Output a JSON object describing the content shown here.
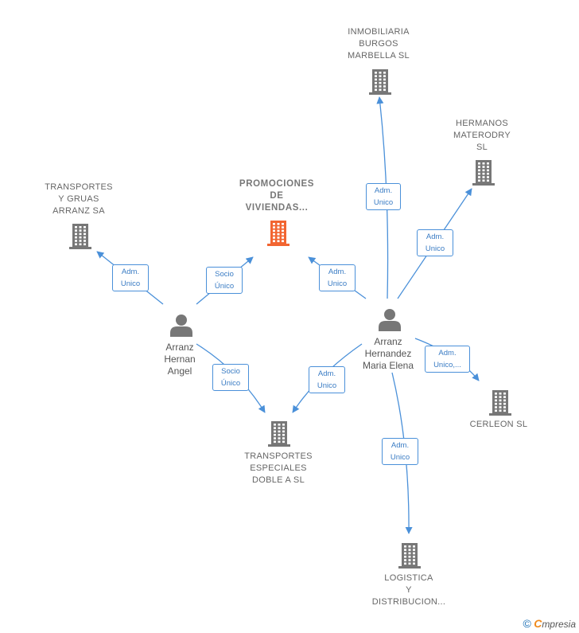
{
  "colors": {
    "edge": "#4a90d9",
    "company_icon": "#777777",
    "main_icon": "#f26531",
    "person_icon": "#777777"
  },
  "companies": {
    "inmobiliaria": {
      "lines": [
        "INMOBILIARIA",
        "BURGOS",
        "MARBELLA  SL"
      ]
    },
    "hermanos": {
      "lines": [
        "HERMANOS",
        "MATERODRY",
        "SL"
      ]
    },
    "transportes_gruas": {
      "lines": [
        "TRANSPORTES",
        "Y GRUAS",
        "ARRANZ SA"
      ]
    },
    "promociones": {
      "lines": [
        "PROMOCIONES",
        "DE",
        "VIVIENDAS..."
      ]
    },
    "cerleon": {
      "lines": [
        "CERLEON  SL"
      ]
    },
    "transportes_especiales": {
      "lines": [
        "TRANSPORTES",
        "ESPECIALES",
        "DOBLE A SL"
      ]
    },
    "logistica": {
      "lines": [
        "LOGISTICA",
        "Y",
        "DISTRIBUCION..."
      ]
    }
  },
  "persons": {
    "hernan": {
      "lines": [
        "Arranz",
        "Hernan",
        "Angel"
      ]
    },
    "elena": {
      "lines": [
        "Arranz",
        "Hernandez",
        "Maria Elena"
      ]
    }
  },
  "edge_labels": {
    "e_gruas": [
      "Adm.",
      "Unico"
    ],
    "e_promo_hernan": [
      "Socio",
      "Único"
    ],
    "e_promo_elena": [
      "Adm.",
      "Unico"
    ],
    "e_inmob": [
      "Adm.",
      "Unico"
    ],
    "e_hermanos": [
      "Adm.",
      "Unico"
    ],
    "e_cerleon": [
      "Adm.",
      "Unico,..."
    ],
    "e_esp_hernan": [
      "Socio",
      "Único"
    ],
    "e_esp_elena": [
      "Adm.",
      "Unico"
    ],
    "e_logistica": [
      "Adm.",
      "Unico"
    ]
  },
  "brand": {
    "copyright": "©",
    "e": "C",
    "rest": "mpresia"
  }
}
